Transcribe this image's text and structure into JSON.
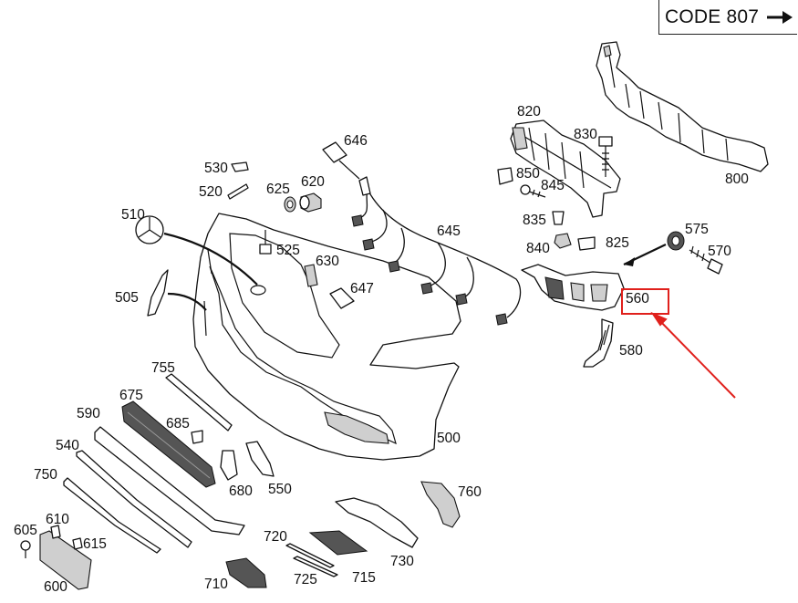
{
  "header": {
    "code_label": "CODE 807"
  },
  "labels": {
    "p500": "500",
    "p505": "505",
    "p510": "510",
    "p520": "520",
    "p525": "525",
    "p530": "530",
    "p540": "540",
    "p550": "550",
    "p560": "560",
    "p570": "570",
    "p575": "575",
    "p580": "580",
    "p590": "590",
    "p600": "600",
    "p605": "605",
    "p610": "610",
    "p615": "615",
    "p620": "620",
    "p625": "625",
    "p630": "630",
    "p645": "645",
    "p646": "646",
    "p647": "647",
    "p675": "675",
    "p680": "680",
    "p685": "685",
    "p710": "710",
    "p715": "715",
    "p720": "720",
    "p725": "725",
    "p730": "730",
    "p750": "750",
    "p755": "755",
    "p760": "760",
    "p800": "800",
    "p820": "820",
    "p825": "825",
    "p830": "830",
    "p835": "835",
    "p840": "840",
    "p845": "845",
    "p850": "850"
  },
  "highlight": {
    "part": "560",
    "color": "#e0201c"
  }
}
